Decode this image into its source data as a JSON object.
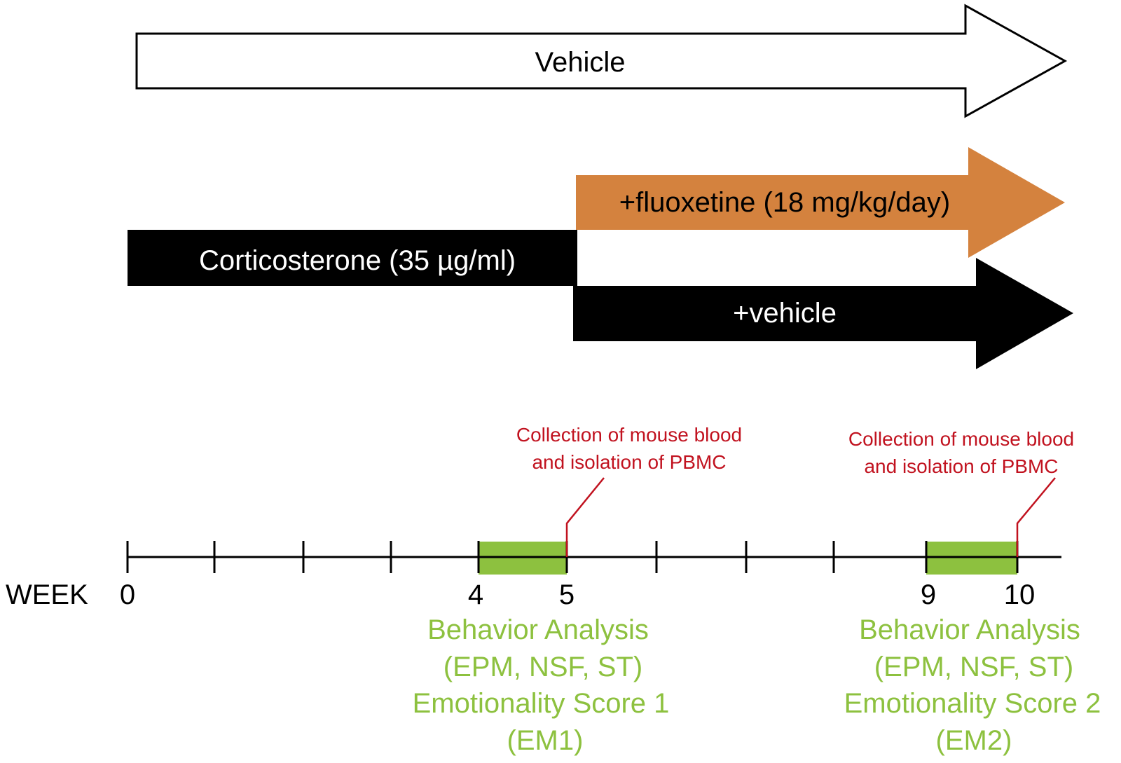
{
  "arrows": {
    "vehicle": {
      "label": "Vehicle",
      "fill": "#ffffff",
      "stroke": "#000000",
      "text_color": "#000000"
    },
    "corticosterone": {
      "label": "Corticosterone (35 µg/ml)",
      "fill": "#000000",
      "text_color": "#ffffff"
    },
    "fluoxetine": {
      "label": "+fluoxetine (18 mg/kg/day)",
      "fill": "#d4823e",
      "text_color": "#000000"
    },
    "plus_vehicle": {
      "label": "+vehicle",
      "fill": "#000000",
      "text_color": "#ffffff"
    }
  },
  "timeline": {
    "axis_label": "WEEK",
    "ticks": [
      "0",
      "",
      "",
      "",
      "4",
      "5",
      "",
      "",
      "",
      "9",
      "10"
    ],
    "highlight_color": "#8dc13f",
    "highlighted_intervals": [
      {
        "from_week": 4,
        "to_week": 5
      },
      {
        "from_week": 9,
        "to_week": 10
      }
    ]
  },
  "annotations": {
    "collection1": {
      "line1": "Collection of mouse blood",
      "line2": "and isolation of PBMC",
      "color": "#c1121f"
    },
    "collection2": {
      "line1": "Collection of mouse blood",
      "line2": "and isolation of PBMC",
      "color": "#c1121f"
    }
  },
  "behavior": {
    "analysis1": {
      "line1": "Behavior Analysis",
      "line2": "(EPM, NSF, ST)",
      "line3": "Emotionality Score 1",
      "line4": "(EM1)"
    },
    "analysis2": {
      "line1": "Behavior Analysis",
      "line2": "(EPM, NSF, ST)",
      "line3": "Emotionality Score 2",
      "line4": "(EM2)"
    },
    "color": "#8dc13f"
  }
}
